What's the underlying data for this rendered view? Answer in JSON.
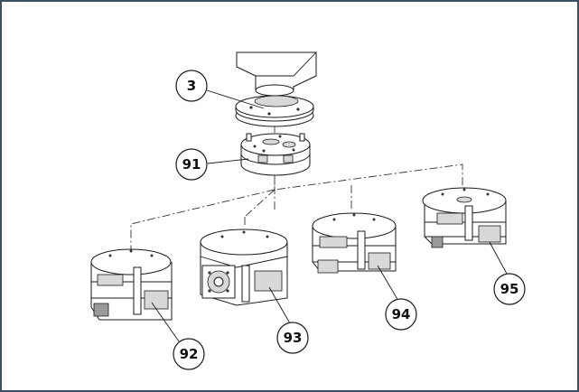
{
  "frame": {
    "border_color": "#3b4f63",
    "background": "#ffffff"
  },
  "callouts": [
    {
      "id": "callout-3",
      "label": "3"
    },
    {
      "id": "callout-91",
      "label": "91"
    },
    {
      "id": "callout-92",
      "label": "92"
    },
    {
      "id": "callout-93",
      "label": "93"
    },
    {
      "id": "callout-94",
      "label": "94"
    },
    {
      "id": "callout-95",
      "label": "95"
    }
  ]
}
